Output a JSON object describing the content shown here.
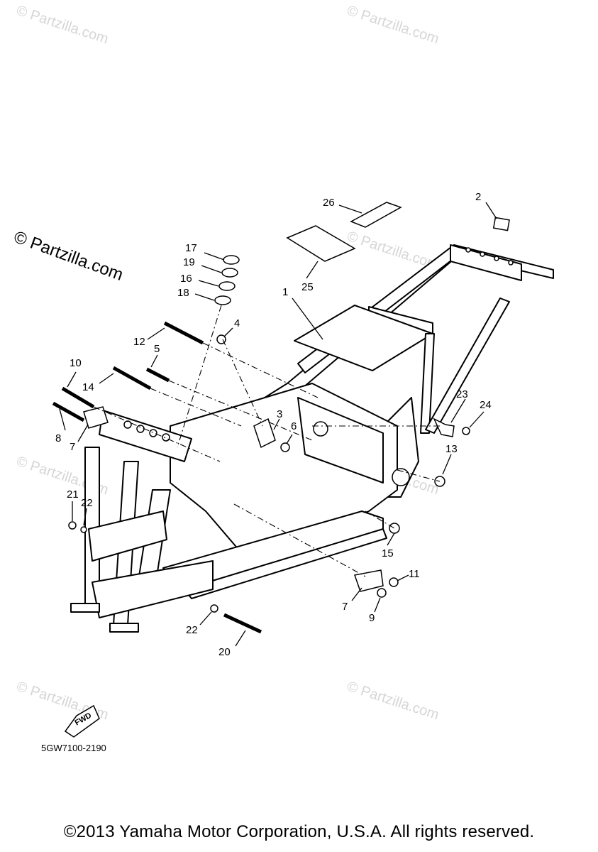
{
  "watermark": {
    "small_text": "© Partzilla.com",
    "large_text": "© Partzilla.com"
  },
  "callouts": [
    "1",
    "2",
    "3",
    "4",
    "5",
    "6",
    "7",
    "7",
    "8",
    "9",
    "10",
    "11",
    "12",
    "13",
    "14",
    "15",
    "16",
    "17",
    "18",
    "19",
    "20",
    "21",
    "22",
    "22",
    "23",
    "24",
    "25",
    "26"
  ],
  "fwd_label": "FWD",
  "drawing_code": "5GW7100-2190",
  "copyright": "©2013 Yamaha Motor Corporation, U.S.A. All rights reserved."
}
